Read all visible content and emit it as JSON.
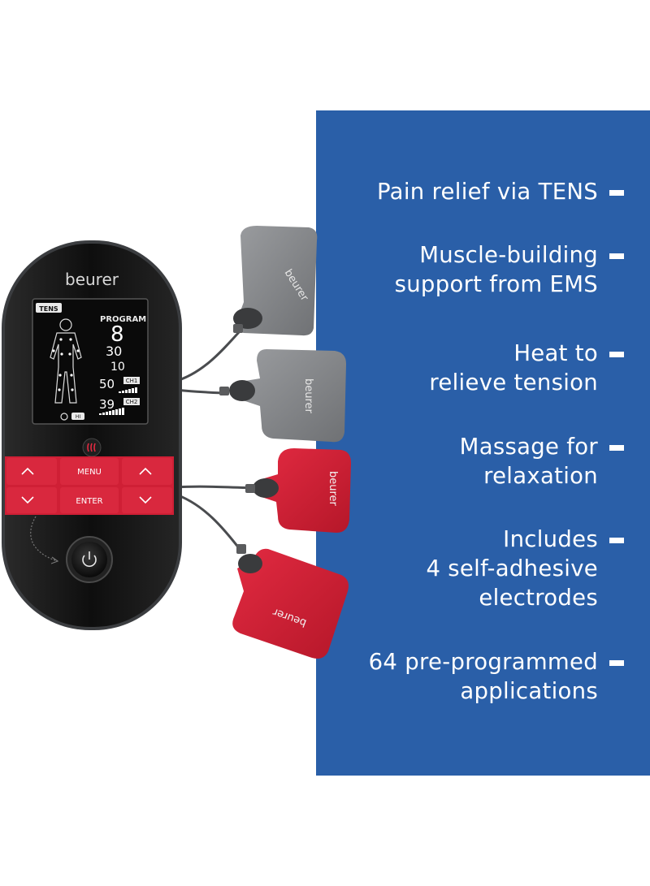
{
  "device": {
    "brand": "beurer",
    "lcd": {
      "mode_label": "TENS",
      "program_label": "PROGRAM",
      "program_number": "8",
      "minutes": "30",
      "seconds": "10",
      "ch1_value": "50",
      "ch1_label": "CH1",
      "ch2_value": "39",
      "ch2_label": "CH2",
      "heat_label": "HI"
    },
    "buttons": {
      "menu": "MENU",
      "enter": "ENTER"
    }
  },
  "electrodes": [
    {
      "brand": "beurer",
      "color": "gray"
    },
    {
      "brand": "beurer",
      "color": "gray"
    },
    {
      "brand": "beurer",
      "color": "red"
    },
    {
      "brand": "beurer",
      "color": "red"
    }
  ],
  "features": [
    {
      "lines": [
        "Pain relief via TENS"
      ]
    },
    {
      "lines": [
        "Muscle-building",
        "support from EMS"
      ]
    },
    {
      "lines": [
        "Heat to",
        "relieve tension"
      ]
    },
    {
      "lines": [
        "Massage for",
        "relaxation"
      ]
    },
    {
      "lines": [
        "Includes",
        "4 self-adhesive",
        "electrodes"
      ]
    },
    {
      "lines": [
        "64 pre-programmed",
        "applications"
      ]
    }
  ],
  "colors": {
    "panel_blue": "#2a5fa8",
    "accent_red": "#d81e34",
    "device_black": "#151515",
    "electrode_gray": "#8a8c8f",
    "electrode_red": "#cf1f35"
  }
}
